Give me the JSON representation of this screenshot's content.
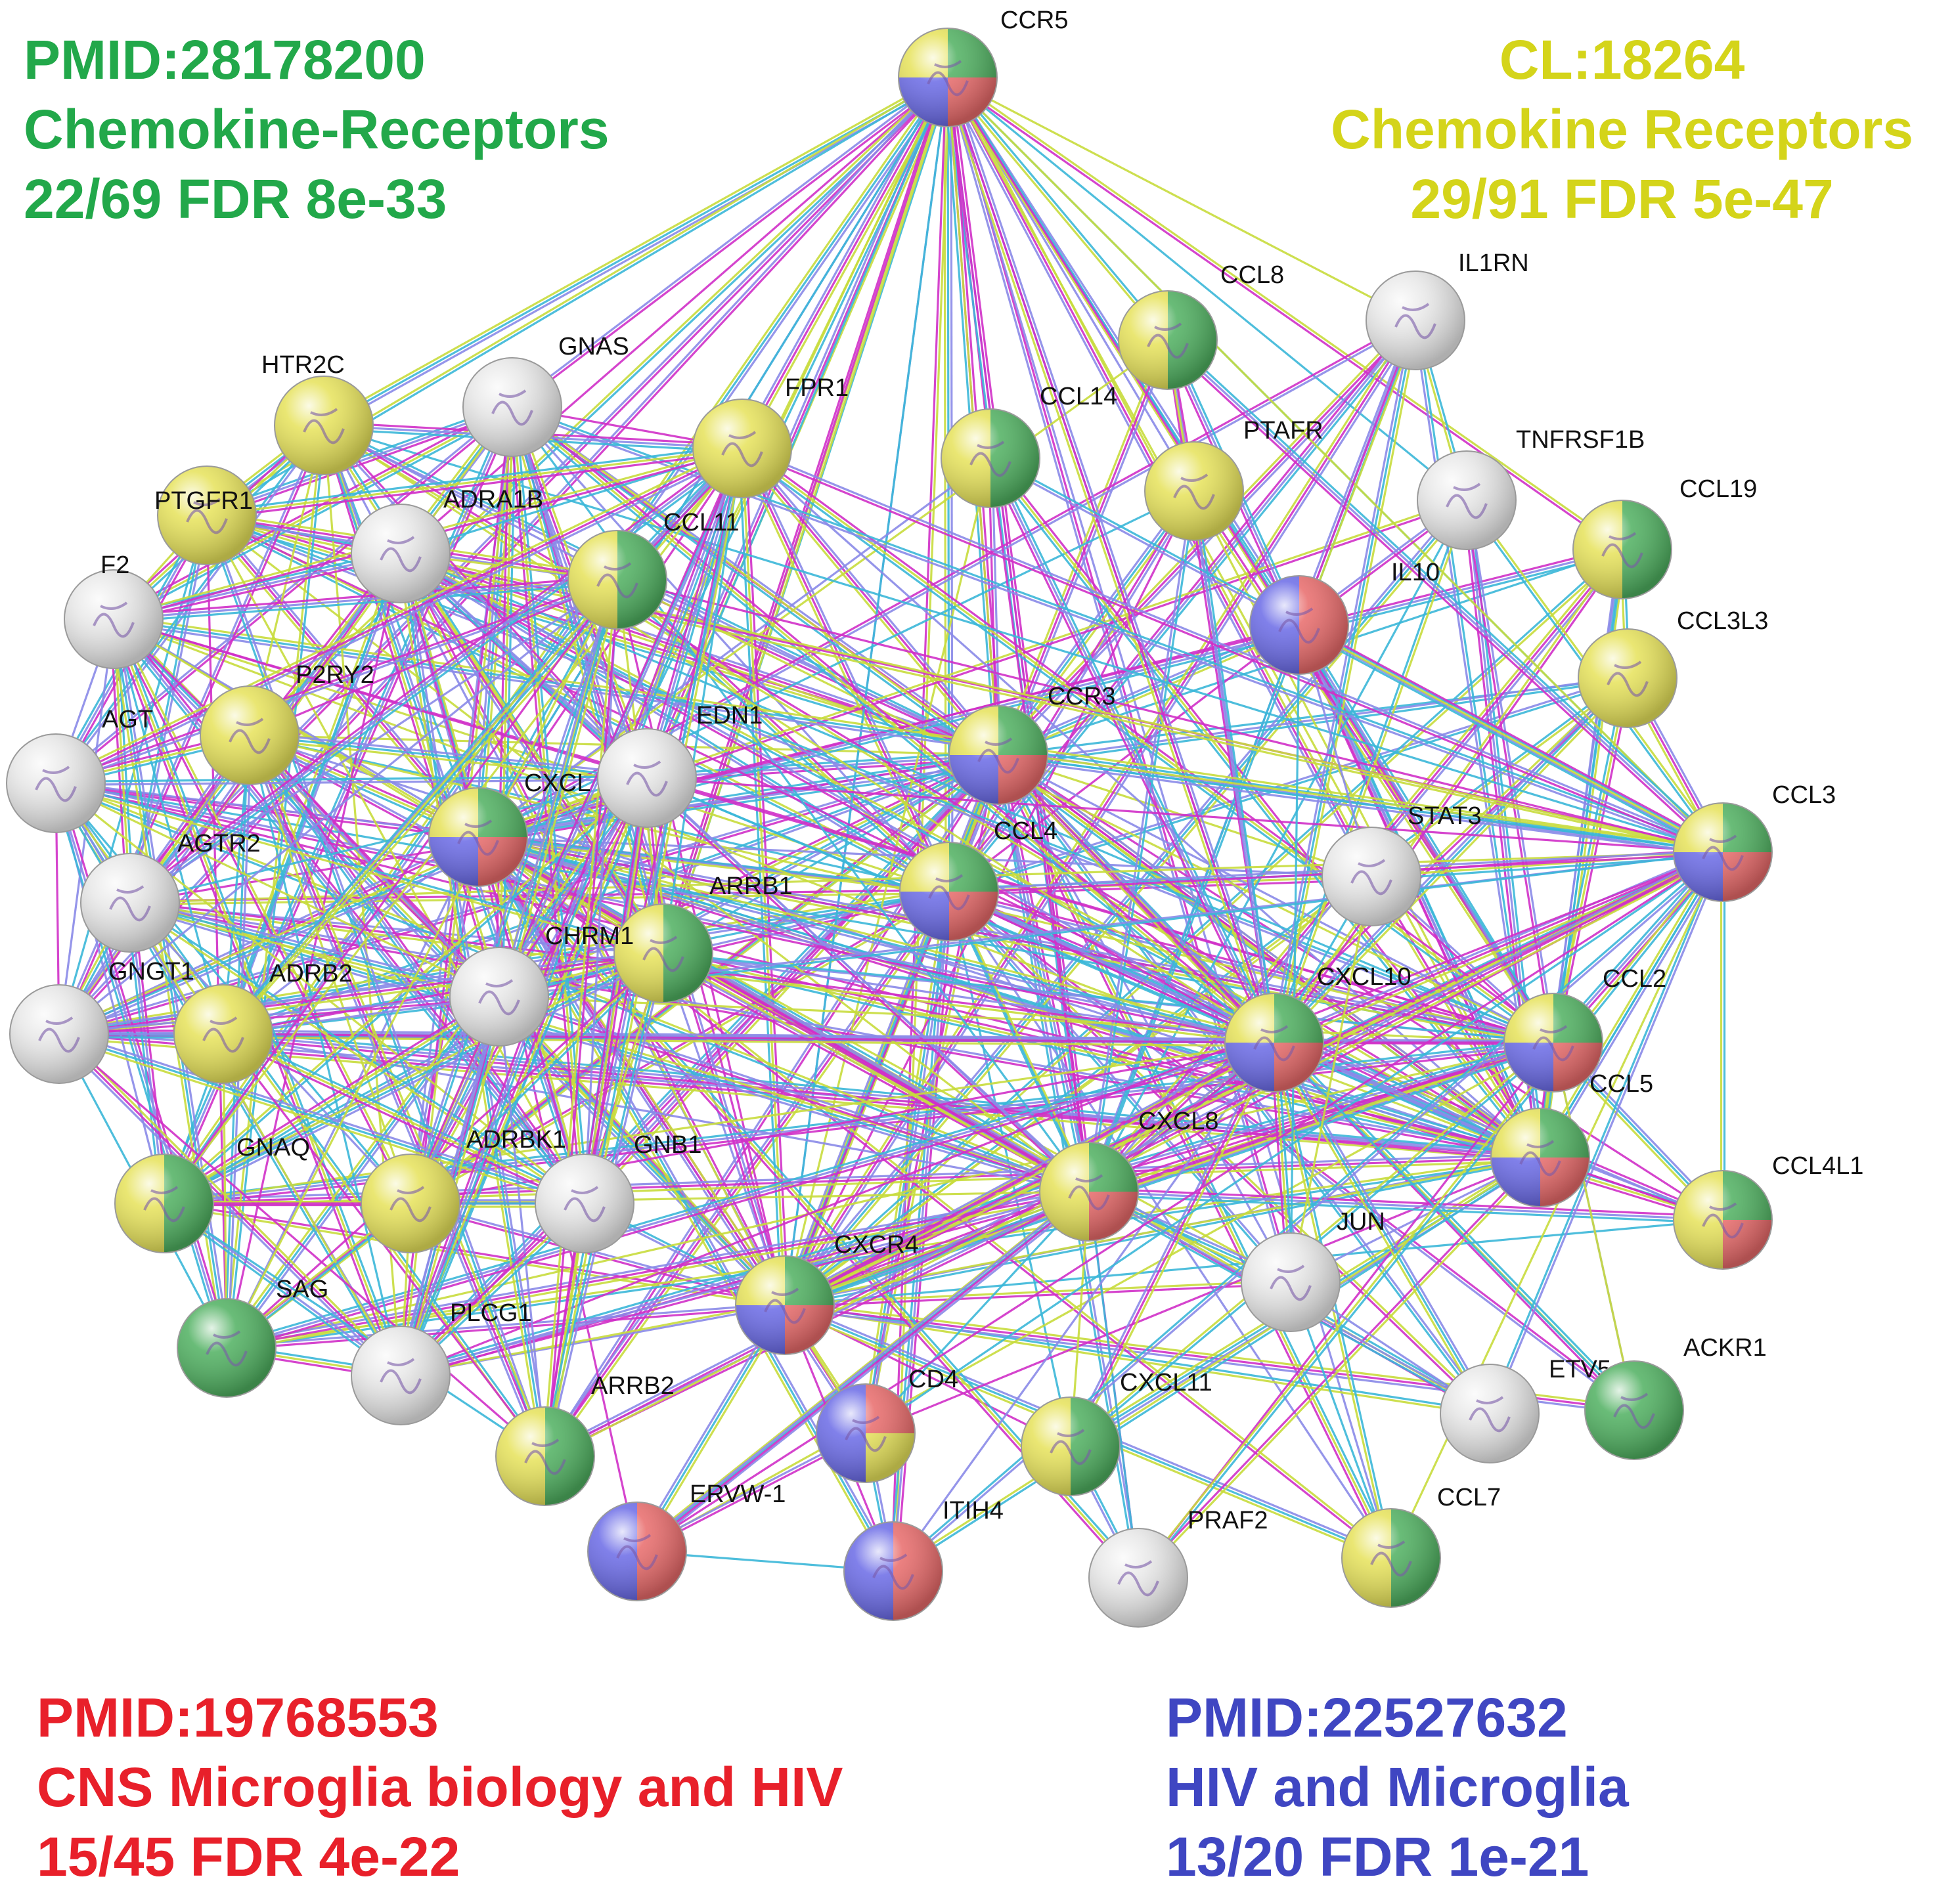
{
  "annotations": {
    "top_left": {
      "line1": "PMID:28178200",
      "line2": "Chemokine-Receptors",
      "line3": "22/69 FDR 8e-33",
      "color": "#22a84a"
    },
    "top_right": {
      "line1": "CL:18264",
      "line2": "Chemokine Receptors",
      "line3": "29/91 FDR 5e-47",
      "color": "#d4d41a"
    },
    "bottom_left": {
      "line1": "PMID:19768553",
      "line2": "CNS Microglia biology and HIV",
      "line3": "15/45 FDR 4e-22",
      "color": "#e8202a"
    },
    "bottom_right": {
      "line1": "PMID:22527632",
      "line2": "HIV and Microglia",
      "line3": "13/20 FDR 1e-21",
      "color": "#3f46c2"
    }
  },
  "category_colors": {
    "green": "#4fb060",
    "yellow": "#e6e25a",
    "red": "#e86a6a",
    "blue": "#6a6ae6",
    "none": "#e8e8e8"
  },
  "edge_colors": [
    "#3bb7d8",
    "#c8dc3c",
    "#d030c8",
    "#8a8ae8"
  ],
  "nodes": [
    {
      "label": "CCR5",
      "cats": [
        "green",
        "yellow",
        "blue",
        "red"
      ]
    },
    {
      "label": "CCL8",
      "cats": [
        "green",
        "yellow"
      ]
    },
    {
      "label": "IL1RN",
      "cats": []
    },
    {
      "label": "GNAS",
      "cats": []
    },
    {
      "label": "HTR2C",
      "cats": [
        "yellow"
      ]
    },
    {
      "label": "PTGFR1",
      "cats": [
        "yellow"
      ]
    },
    {
      "label": "FPR1",
      "cats": [
        "yellow"
      ]
    },
    {
      "label": "CCL14",
      "cats": [
        "green",
        "yellow"
      ]
    },
    {
      "label": "PTAFR",
      "cats": [
        "yellow"
      ]
    },
    {
      "label": "TNFRSF1B",
      "cats": []
    },
    {
      "label": "CCL19",
      "cats": [
        "green",
        "yellow"
      ]
    },
    {
      "label": "ADRA1B",
      "cats": []
    },
    {
      "label": "CCL11",
      "cats": [
        "green",
        "yellow"
      ]
    },
    {
      "label": "F2",
      "cats": []
    },
    {
      "label": "IL10",
      "cats": [
        "red",
        "blue"
      ]
    },
    {
      "label": "CCL3L3",
      "cats": [
        "yellow"
      ]
    },
    {
      "label": "P2RY2",
      "cats": [
        "yellow"
      ]
    },
    {
      "label": "EDN1",
      "cats": []
    },
    {
      "label": "CCR3",
      "cats": [
        "green",
        "yellow",
        "blue",
        "red"
      ]
    },
    {
      "label": "AGT",
      "cats": []
    },
    {
      "label": "CXCL",
      "cats": [
        "green",
        "yellow",
        "blue",
        "red"
      ]
    },
    {
      "label": "CCL3",
      "cats": [
        "green",
        "yellow",
        "blue",
        "red"
      ]
    },
    {
      "label": "STAT3",
      "cats": []
    },
    {
      "label": "AGTR2",
      "cats": []
    },
    {
      "label": "CCL4",
      "cats": [
        "green",
        "yellow",
        "blue",
        "red"
      ]
    },
    {
      "label": "ARRB1",
      "cats": [
        "green",
        "yellow"
      ]
    },
    {
      "label": "CHRM1",
      "cats": []
    },
    {
      "label": "GNGT1",
      "cats": []
    },
    {
      "label": "ADRB2",
      "cats": [
        "yellow"
      ]
    },
    {
      "label": "CXCL10",
      "cats": [
        "green",
        "yellow",
        "blue",
        "red"
      ]
    },
    {
      "label": "CCL2",
      "cats": [
        "green",
        "yellow",
        "blue",
        "red"
      ]
    },
    {
      "label": "CCL5",
      "cats": [
        "green",
        "yellow",
        "blue",
        "red"
      ]
    },
    {
      "label": "CXCL8",
      "cats": [
        "green",
        "yellow",
        "red"
      ]
    },
    {
      "label": "GNAQ",
      "cats": [
        "green",
        "yellow"
      ]
    },
    {
      "label": "ADRBK1",
      "cats": [
        "yellow"
      ]
    },
    {
      "label": "GNB1",
      "cats": []
    },
    {
      "label": "CCL4L1",
      "cats": [
        "green",
        "yellow",
        "red"
      ]
    },
    {
      "label": "JUN",
      "cats": []
    },
    {
      "label": "CXCR4",
      "cats": [
        "green",
        "yellow",
        "blue",
        "red"
      ]
    },
    {
      "label": "SAG",
      "cats": [
        "green"
      ]
    },
    {
      "label": "PLCG1",
      "cats": []
    },
    {
      "label": "ETV5",
      "cats": []
    },
    {
      "label": "ACKR1",
      "cats": [
        "green"
      ]
    },
    {
      "label": "CD4",
      "cats": [
        "red",
        "yellow",
        "blue"
      ]
    },
    {
      "label": "CXCL11",
      "cats": [
        "green",
        "yellow"
      ]
    },
    {
      "label": "ARRB2",
      "cats": [
        "green",
        "yellow"
      ]
    },
    {
      "label": "ERVW-1",
      "cats": [
        "red",
        "blue"
      ]
    },
    {
      "label": "ITIH4",
      "cats": [
        "red",
        "blue"
      ]
    },
    {
      "label": "PRAF2",
      "cats": []
    },
    {
      "label": "CCL7",
      "cats": [
        "green",
        "yellow"
      ]
    }
  ]
}
